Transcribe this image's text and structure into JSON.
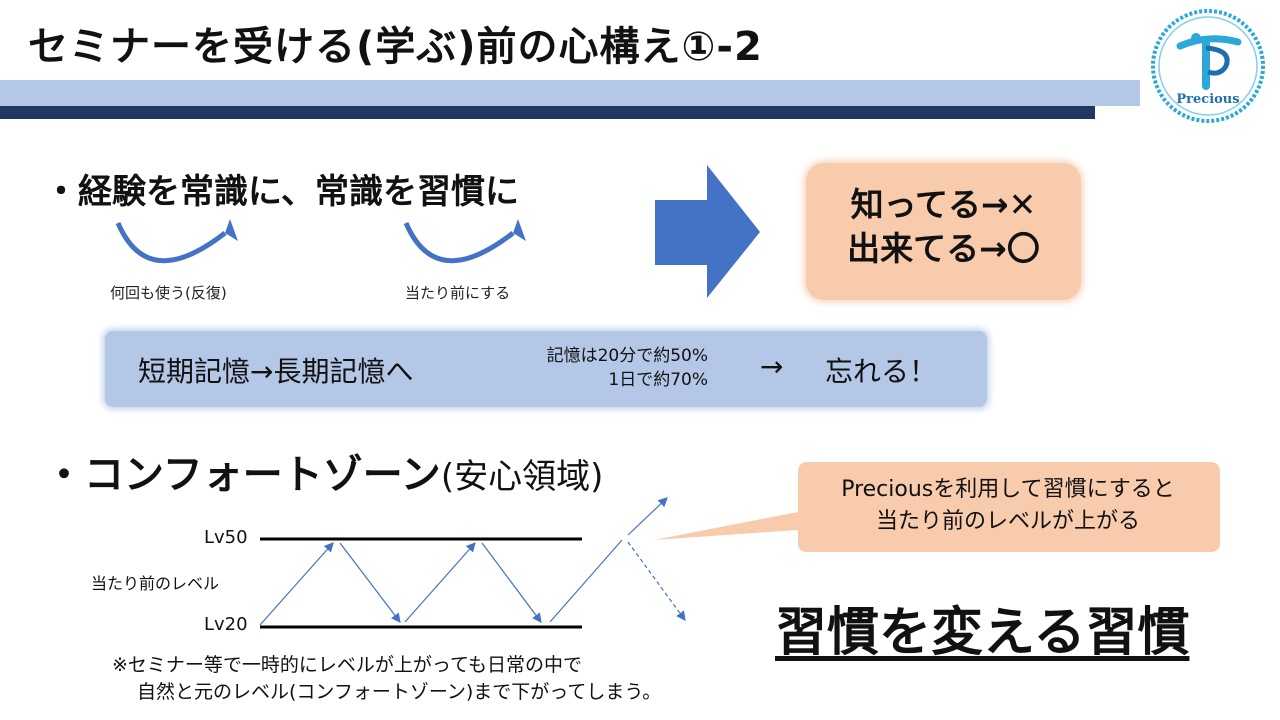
{
  "title": "セミナーを受ける(学ぶ)前の心構え①-2",
  "logo": {
    "text": "Precious"
  },
  "section1": {
    "bullet": "・経験を常識に、常識を習慣に",
    "label_left": "何回も使う(反復)",
    "label_right": "当たり前にする",
    "result_line1": "知ってる→✕",
    "result_line2": "出来てる→〇"
  },
  "memory": {
    "main": "短期記憶→長期記憶へ",
    "detail_line1": "記憶は20分で約50%",
    "detail_line2": "1日で約70%",
    "arrow": "→",
    "forget": "忘れる！"
  },
  "section2": {
    "bullet": "・コンフォートゾーン",
    "bullet_suffix": "(安心領域)",
    "callout_line1": "Preciousを利用して習慣にすると",
    "callout_line2": "当たり前のレベルが上がる",
    "level_high": "Lv50",
    "level_low": "Lv20",
    "level_label": "当たり前のレベル",
    "habit": "習慣を変える習慣",
    "note_line1": "※セミナー等で一時的にレベルが上がっても日常の中で",
    "note_line2": "自然と元のレベル(コンフォートゾーン)まで下がってしまう。"
  },
  "colors": {
    "band_light": "#b4c7e7",
    "band_dark": "#1f3864",
    "arrow_blue": "#4472c4",
    "orange": "#f8cbad",
    "logo_cyan": "#2ba8d8"
  }
}
